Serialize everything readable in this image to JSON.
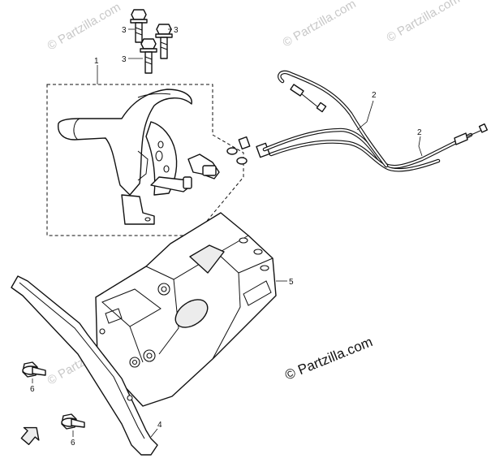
{
  "diagram": {
    "copyright": "© Partzilla.com",
    "watermark": "© Partzilla.com",
    "callouts": {
      "part_1": "1",
      "part_2_upper": "2",
      "part_2_lower": "2",
      "part_3_left": "3",
      "part_3_right": "3",
      "part_3_lower": "3",
      "part_4": "4",
      "part_5": "5",
      "part_6_upper": "6",
      "part_6_lower": "6"
    }
  }
}
